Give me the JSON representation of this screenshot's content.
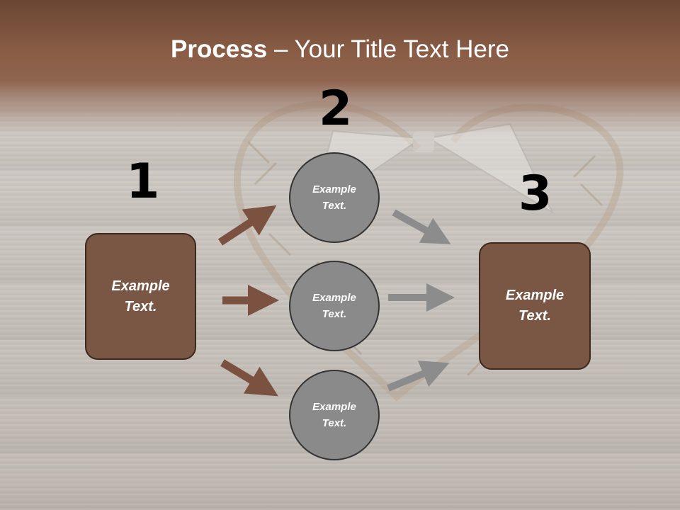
{
  "title": {
    "bold": "Process",
    "rest": " – Your Title Text Here"
  },
  "steps": {
    "step1": {
      "number": "1",
      "label": "Example\nText."
    },
    "step2": {
      "number": "2",
      "items": [
        "Example\nText.",
        "Example\nText.",
        "Example\nText."
      ]
    },
    "step3": {
      "number": "3",
      "label": "Example\nText."
    }
  },
  "colors": {
    "header_brown": "#8a5d46",
    "box_brown": "#7a5644",
    "circle_gray": "#8a8a8a",
    "arrow_brown": "#7b5140",
    "arrow_gray": "#8c8c8c"
  }
}
